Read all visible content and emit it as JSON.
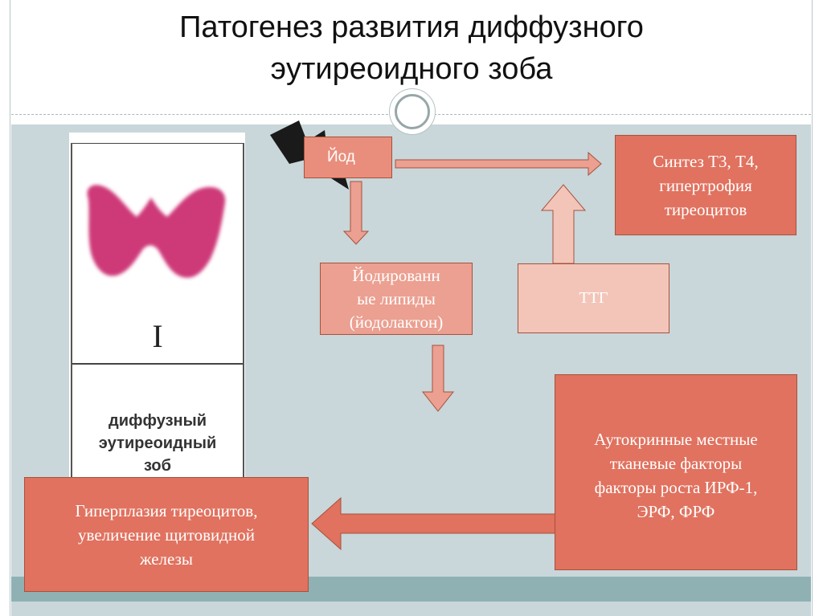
{
  "title": {
    "line1": "Патогенез развития диффузного",
    "line2": "эутиреоидного зоба"
  },
  "figure": {
    "roman_numeral": "I",
    "caption_line1": "диффузный",
    "caption_line2": "эутиреоидный",
    "caption_line3": "зоб",
    "gland_color": "#c9226a"
  },
  "boxes": {
    "iod": "Йод",
    "synthesis_line1": "Синтез Т3, Т4,",
    "synthesis_line2": "гипертрофия",
    "synthesis_line3": "тиреоцитов",
    "lipids_line1": "Йодированн",
    "lipids_line2": "ые липиды",
    "lipids_line3": "(йодолактон)",
    "ttg": "ТТГ",
    "autocrine_line1": "Аутокринные местные",
    "autocrine_line2": "тканевые факторы",
    "autocrine_line3": "факторы роста ИРФ-1,",
    "autocrine_line4": "ЭРФ, ФРФ",
    "hyperplasia_line1": "Гиперплазия тиреоцитов,",
    "hyperplasia_line2": "увеличение щитовидной",
    "hyperplasia_line3": "железы"
  },
  "colors": {
    "box_dark": "#e0725f",
    "box_light": "#f3c5b8",
    "arrow_fill": "#eba091",
    "background_band": "#c9d6da",
    "teal_strip": "#8fb1b3"
  },
  "icons": [
    "lightning-icon",
    "thyroid-gland-icon",
    "circle-ornament-icon"
  ]
}
